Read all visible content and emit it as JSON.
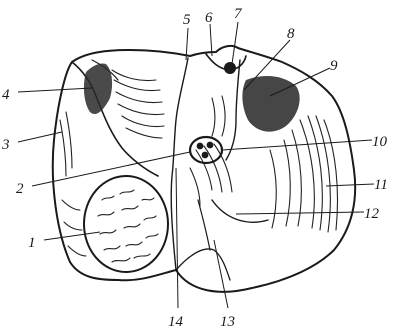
{
  "labels": [
    "1",
    "2",
    "3",
    "4",
    "5",
    "6",
    "7",
    "8",
    "9",
    "10",
    "11",
    "12",
    "13",
    "14"
  ],
  "colors": {
    "ink": "#1a1a1a",
    "paper": "#ffffff"
  }
}
